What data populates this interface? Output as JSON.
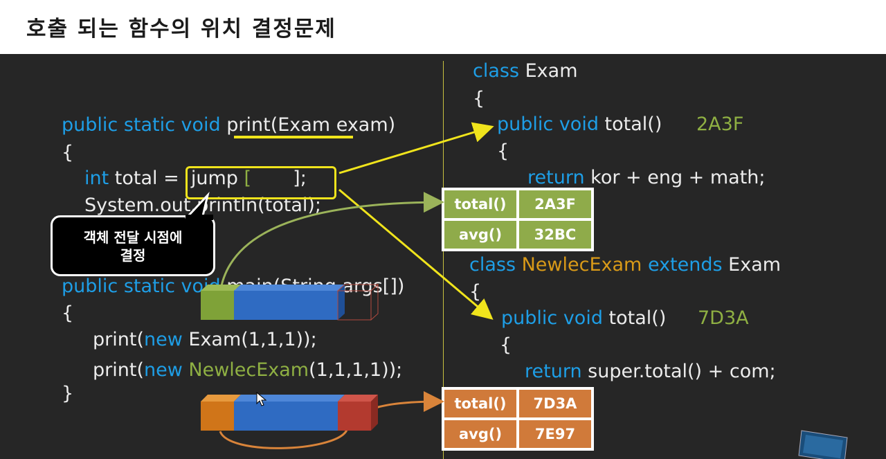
{
  "title": "호출 되는 함수의 위치 결정문제",
  "left_code": {
    "print_sig_kw": "public static void",
    "print_sig_rest": " print(Exam exam)",
    "open1": "{",
    "int_kw": "int",
    "int_rest": " total = ",
    "jump": " jump ",
    "bracket_open": "[",
    "bracket_close": "       ];",
    "sysout": "System.out.println(total);",
    "main_kw": "public static void",
    "main_rest": " main(String args[])",
    "open2": "{",
    "call1_a": "print(",
    "call1_new": "new",
    "call1_b": " Exam(1,1,1));",
    "call2_a": "print(",
    "call2_new": "new",
    "call2_cls": " NewlecExam",
    "call2_b": "(1,1,1,1));",
    "close2": "}"
  },
  "callout": {
    "line1": "객체 전달 시점에",
    "line2": "결정"
  },
  "right_code": {
    "class1_kw": "class",
    "class1_name": " Exam",
    "brace1": "{",
    "m1_kw": "public void",
    "m1_name": " total()",
    "m1_addr": "2A3F",
    "brace2": "{",
    "ret1_kw": "return",
    "ret1_rest": " kor + eng + math;",
    "class2_kw": "class",
    "class2_name": " NewlecExam",
    "class2_ext": " extends",
    "class2_base": " Exam",
    "brace3": "{",
    "m2_kw": "public void",
    "m2_name": " total()",
    "m2_addr": "7D3A",
    "brace4": "{",
    "ret2_kw": "return",
    "ret2_rest": " super.total() + com;"
  },
  "vtable1": [
    [
      "total()",
      "2A3F"
    ],
    [
      "avg()",
      "32BC"
    ]
  ],
  "vtable2": [
    [
      "total()",
      "7D3A"
    ],
    [
      "avg()",
      "7E97"
    ]
  ],
  "colors": {
    "keyword": "#1e9ee6",
    "class_name": "#d99a18",
    "green": "#8fb043",
    "highlight": "#f0e41c",
    "vtable1": "#8fab4a",
    "vtable2": "#d07a3a",
    "background": "#262626"
  }
}
